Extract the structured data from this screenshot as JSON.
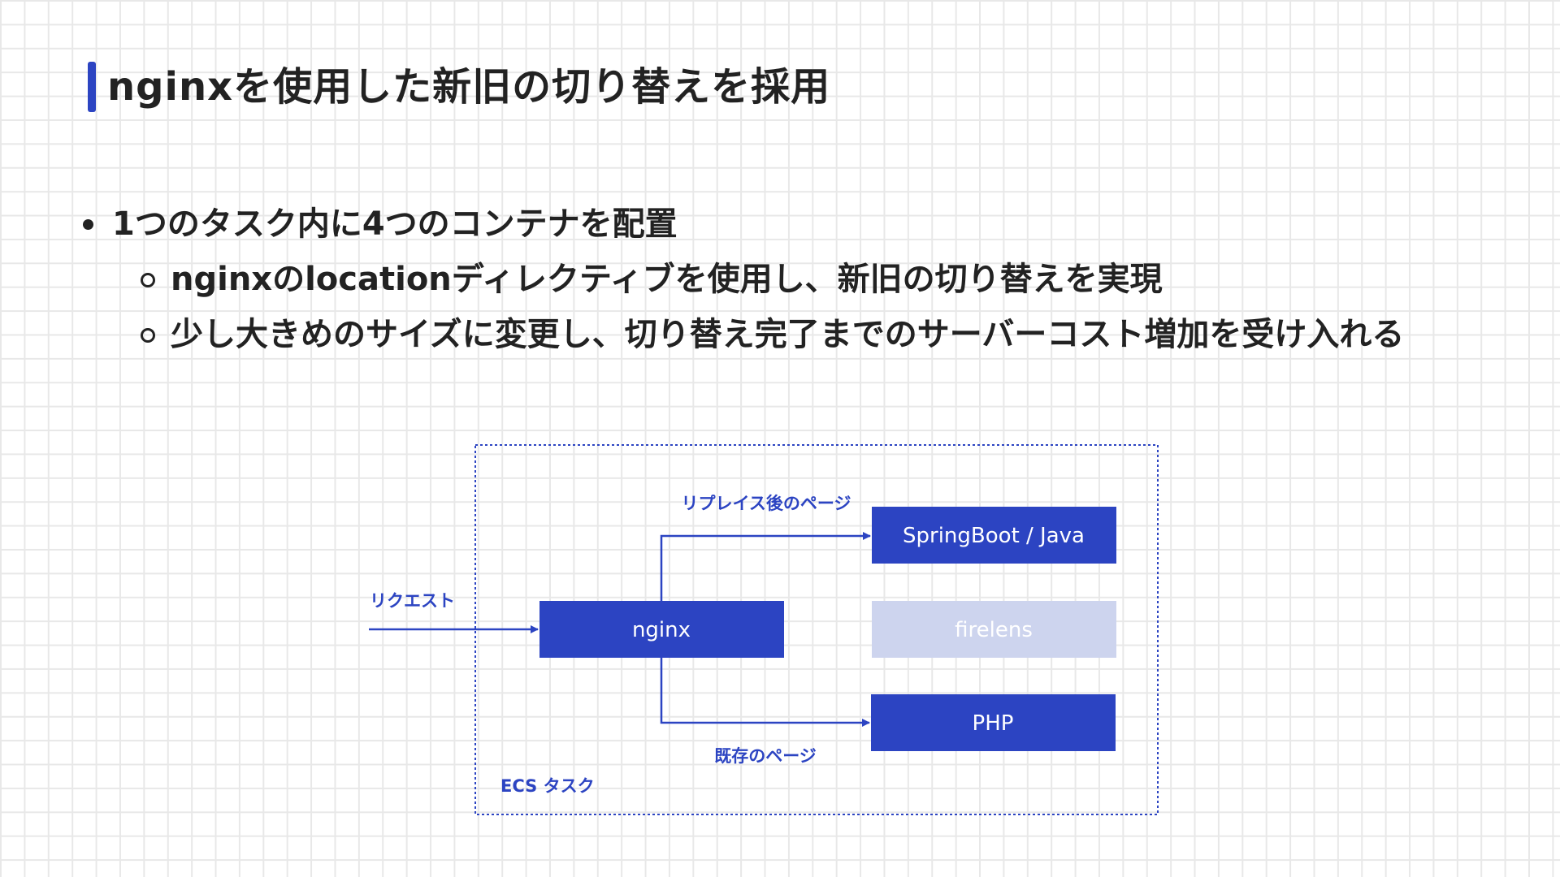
{
  "slide": {
    "title": "nginxを使用した新旧の切り替えを採用",
    "bullets": [
      {
        "text": "1つのタスク内に4つのコンテナを配置"
      },
      {
        "text": "nginxのlocationディレクティブを使用し、新旧の切り替えを実現"
      },
      {
        "text": "少し大きめのサイズに変更し、切り替え完了までのサーバーコスト増加を受け入れる"
      }
    ]
  },
  "diagram": {
    "group_label": "ECS タスク",
    "request_label": "リクエスト",
    "nodes": {
      "nginx": "nginx",
      "springboot": "SpringBoot / Java",
      "firelens": "firelens",
      "php": "PHP"
    },
    "edges": {
      "replaced_page": "リプレイス後のページ",
      "existing_page": "既存のページ"
    }
  },
  "colors": {
    "accent": "#2c44c2",
    "text": "#222222",
    "node": "#2c44c2",
    "node_faded": "#cdd4ee",
    "white": "#ffffff"
  }
}
